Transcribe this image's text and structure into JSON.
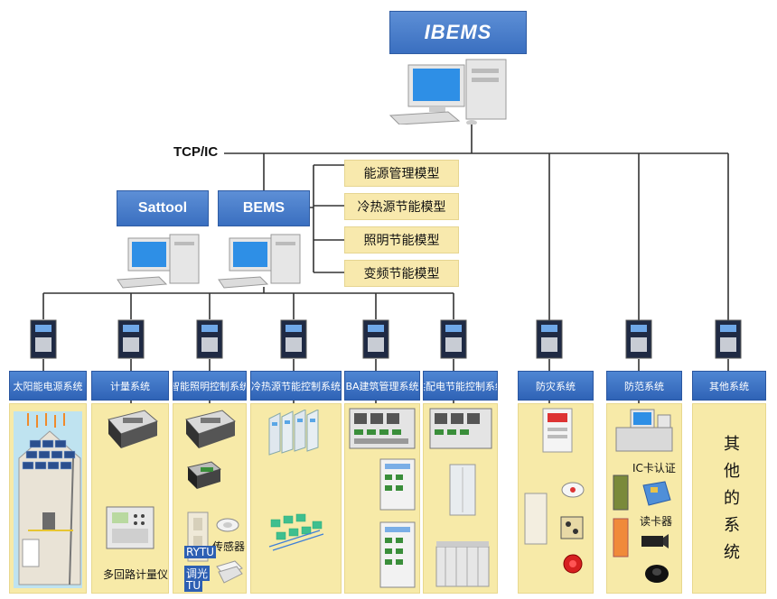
{
  "top": {
    "title": "IBEMS"
  },
  "network": {
    "label": "TCP/IC"
  },
  "servers": {
    "sattool": "Sattool",
    "bems": "BEMS"
  },
  "modules": [
    "能源管理模型",
    "冷热源节能模型",
    "照明节能模型",
    "变频节能模型"
  ],
  "systems": [
    "太阳能电源系统",
    "计量系统",
    "智能照明控制系统",
    "冷热源节能控制系统",
    "BA建筑管理系统",
    "供配电节能控制系统",
    "防灾系统",
    "防范系统",
    "其他系统"
  ],
  "labels": {
    "meter": "多回路计量仪",
    "rytu": "RYTU",
    "dimmer": "调光",
    "tu": "TU",
    "sensor": "传感器",
    "ic_card": "IC卡认证",
    "card_reader": "读卡器"
  },
  "other_text": [
    "其",
    "他",
    "的",
    "系",
    "统"
  ],
  "colors": {
    "header_blue": "#3a6fc0",
    "module_yellow": "#f8e9ad",
    "panel_yellow": "#f7eaa8",
    "wire": "#333333"
  }
}
